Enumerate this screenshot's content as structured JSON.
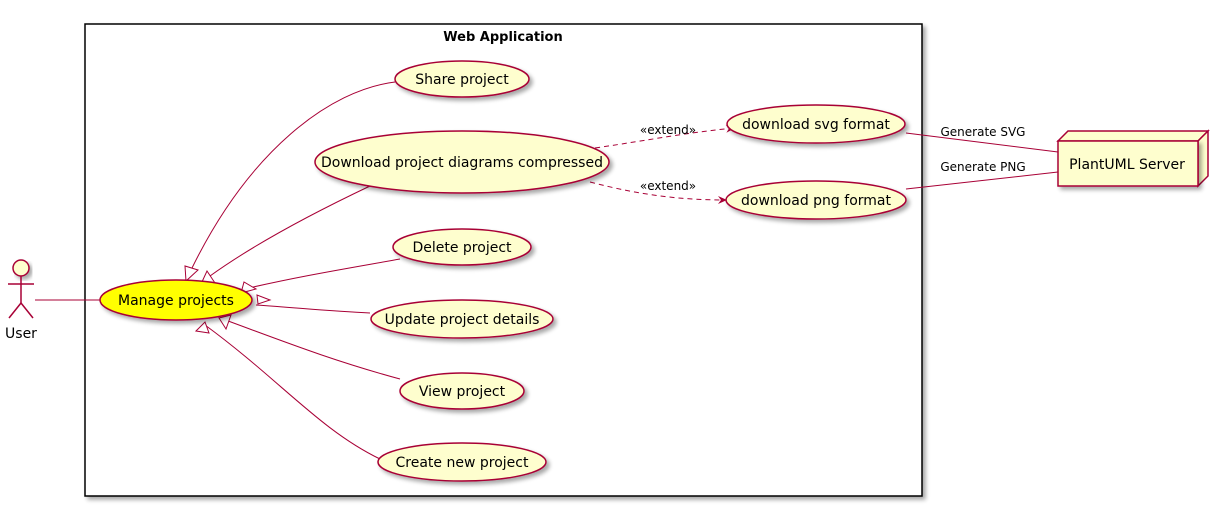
{
  "system": {
    "title": "Web Application"
  },
  "actor": {
    "label": "User"
  },
  "node": {
    "label": "PlantUML Server"
  },
  "usecases": {
    "manage": "Manage projects",
    "share": "Share project",
    "download_compressed": "Download project diagrams compressed",
    "delete": "Delete project",
    "update": "Update project details",
    "view": "View project",
    "create": "Create new project",
    "download_svg": "download svg format",
    "download_png": "download png format"
  },
  "relations": {
    "extend_svg": "«extend»",
    "extend_png": "«extend»",
    "generate_svg": "Generate SVG",
    "generate_png": "Generate PNG"
  },
  "colors": {
    "line": "#A80036",
    "usecase_fill": "#FEFECE",
    "highlight_fill": "#FFFF00",
    "system_border": "#000000"
  }
}
